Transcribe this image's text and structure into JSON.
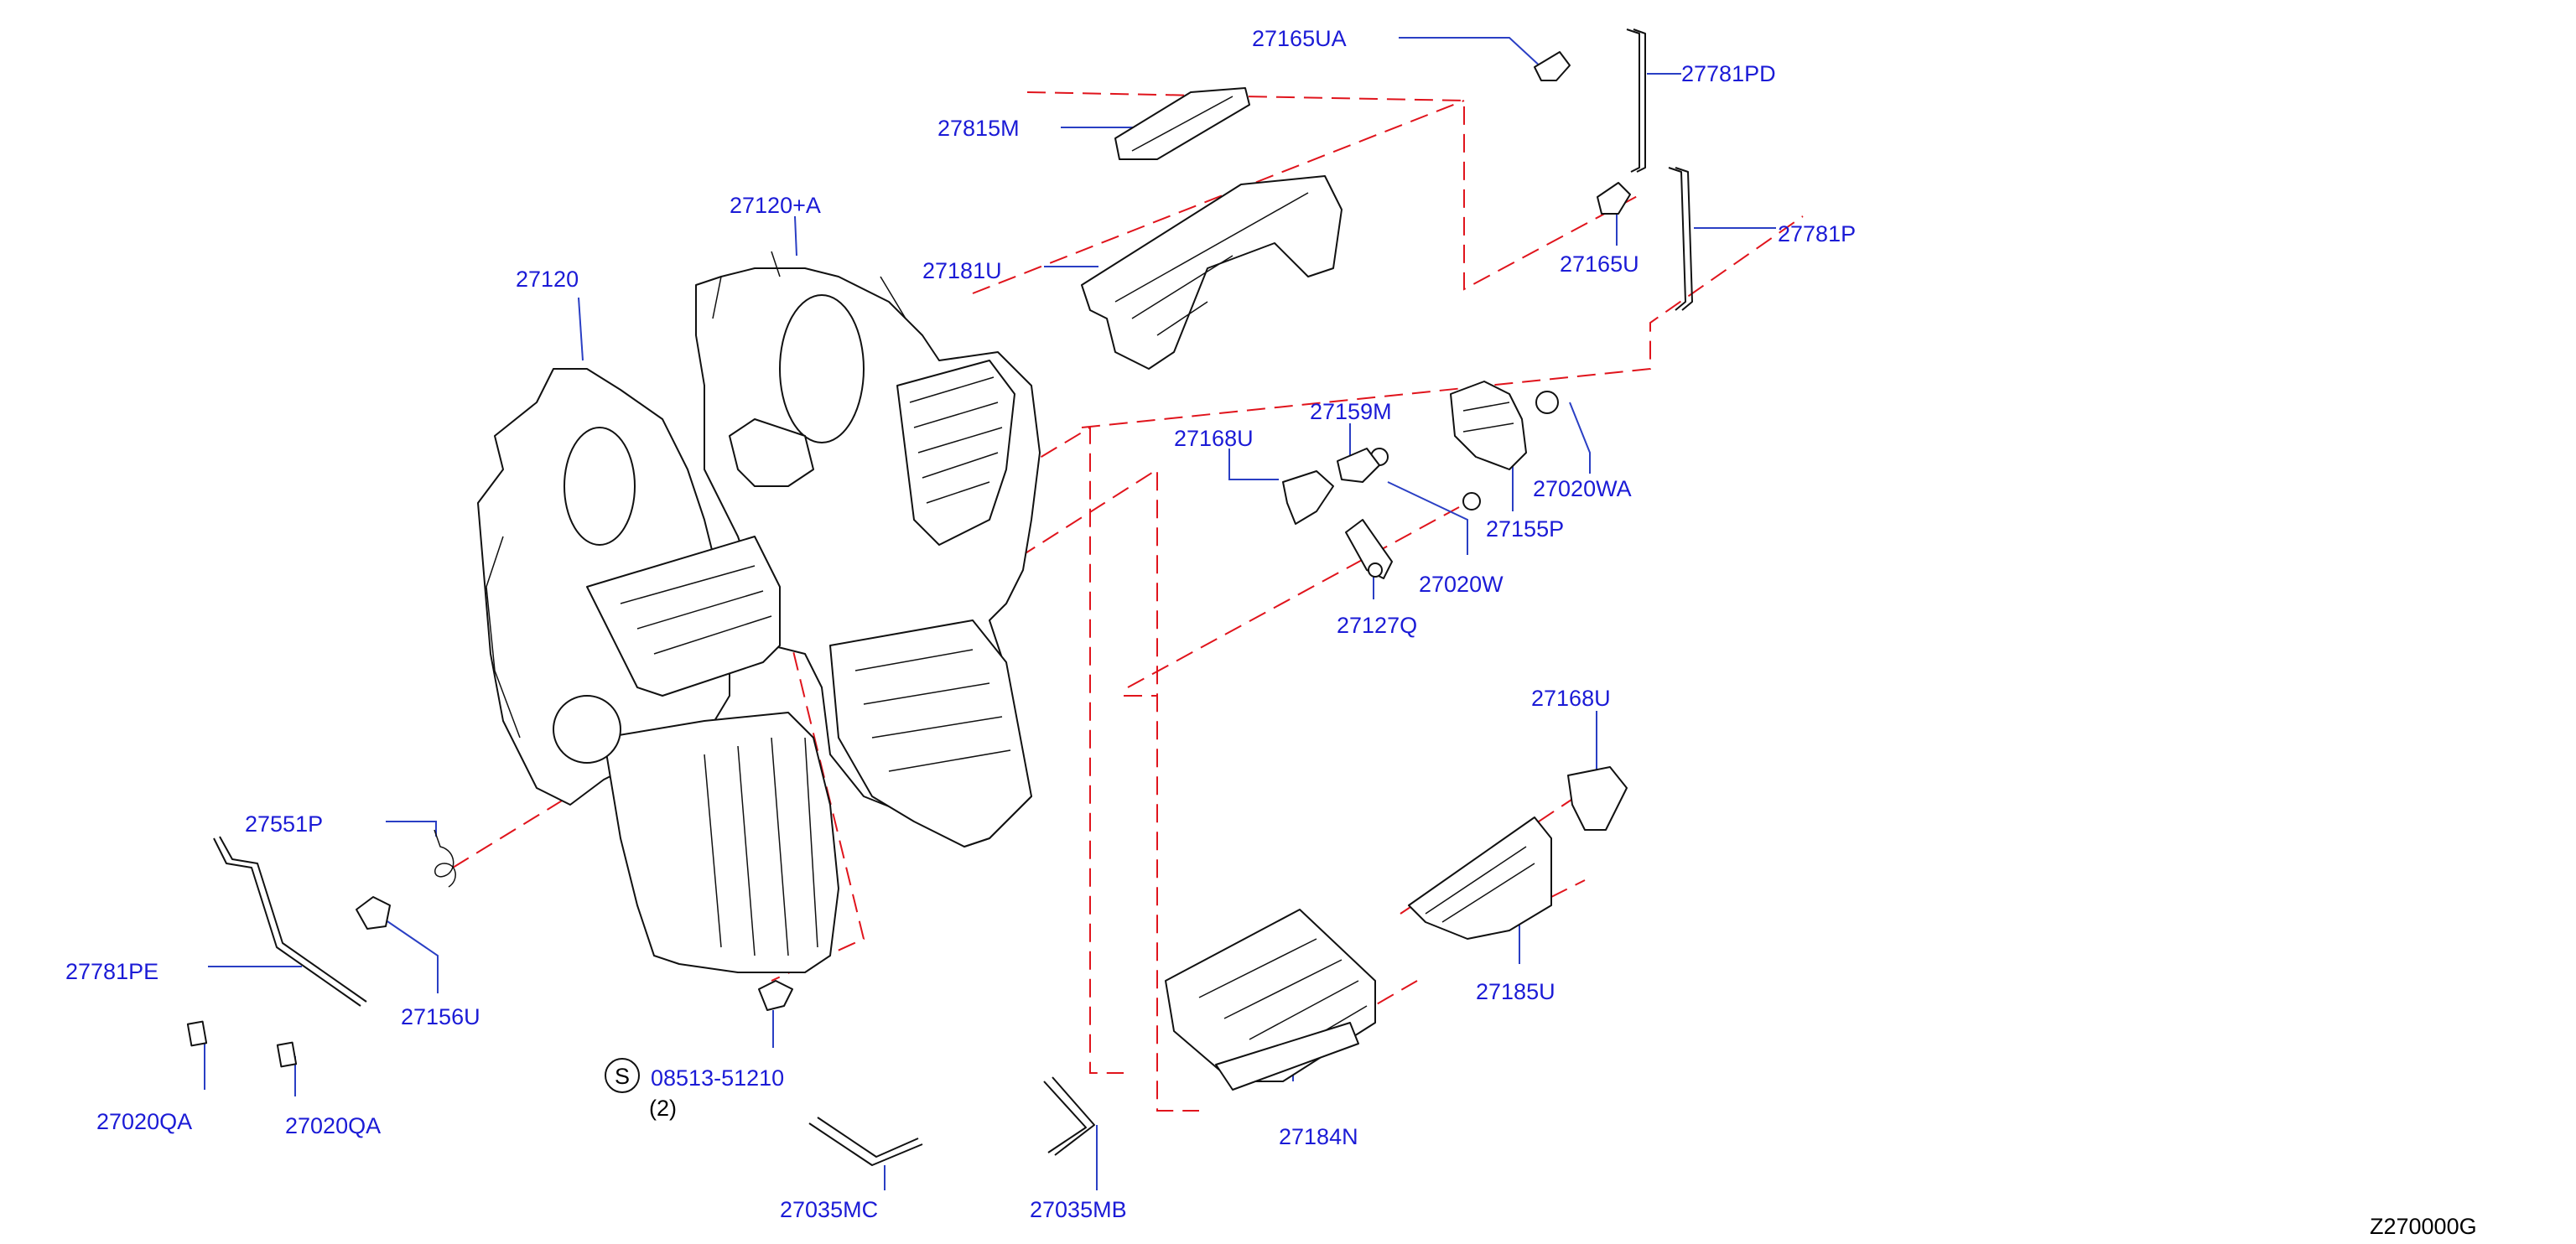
{
  "diagram_code": "Z270000G",
  "screw_symbol": "S",
  "callouts": {
    "p27165UA": "27165UA",
    "p27781PD": "27781PD",
    "p27815M": "27815M",
    "p27781P": "27781P",
    "p27120A": "27120+A",
    "p27165U": "27165U",
    "p27120": "27120",
    "p27181U": "27181U",
    "p27159M": "27159M",
    "p27168U_top": "27168U",
    "p27020WA": "27020WA",
    "p27155P": "27155P",
    "p27020W": "27020W",
    "p27127Q": "27127Q",
    "p27168U_right": "27168U",
    "p27551P": "27551P",
    "p27781PE": "27781PE",
    "p27156U": "27156U",
    "p27185U": "27185U",
    "p08513": "08513-51210",
    "p08513_qty": "(2)",
    "p27020QA_a": "27020QA",
    "p27020QA_b": "27020QA",
    "p27184N": "27184N",
    "p27035MC": "27035MC",
    "p27035MB": "27035MB"
  },
  "colors": {
    "label_blue": "#1b1bd6",
    "leader_blue": "#2a3fc4",
    "assembly_dash_red": "#e0141c",
    "linework": "#111111"
  }
}
